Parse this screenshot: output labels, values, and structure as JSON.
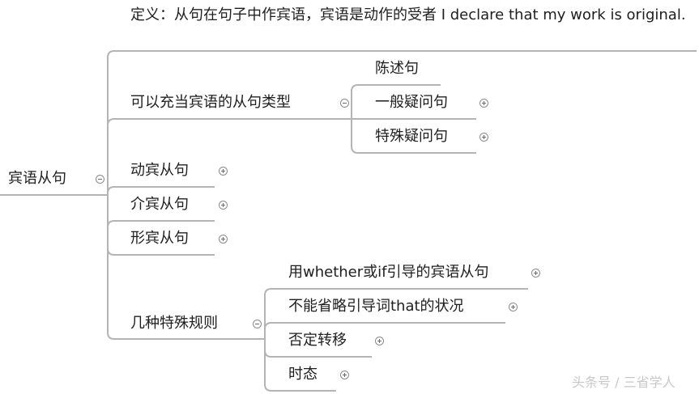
{
  "root": {
    "label": "宾语从句",
    "state": "expanded"
  },
  "branches": [
    {
      "label": "定义：从句在句子中作宾语，宾语是动作的受者 I declare that my work is original."
    },
    {
      "label": "可以充当宾语的从句类型",
      "state": "expanded",
      "children": [
        {
          "label": "陈述句"
        },
        {
          "label": "一般疑问句",
          "state": "collapsed"
        },
        {
          "label": "特殊疑问句",
          "state": "collapsed"
        }
      ]
    },
    {
      "label": "动宾从句",
      "state": "collapsed"
    },
    {
      "label": "介宾从句",
      "state": "collapsed"
    },
    {
      "label": "形宾从句",
      "state": "collapsed"
    },
    {
      "label": "几种特殊规则",
      "state": "expanded",
      "children": [
        {
          "label": "用whether或if引导的宾语从句",
          "state": "collapsed"
        },
        {
          "label": "不能省略引导词that的状况",
          "state": "collapsed"
        },
        {
          "label": "否定转移",
          "state": "collapsed"
        },
        {
          "label": "时态",
          "state": "collapsed"
        }
      ]
    }
  ],
  "watermark": "头条号 / 三省学人",
  "colors": {
    "line": "#b4b4b4",
    "text": "#1e1e1e",
    "watermark": "#c8c8c8"
  }
}
